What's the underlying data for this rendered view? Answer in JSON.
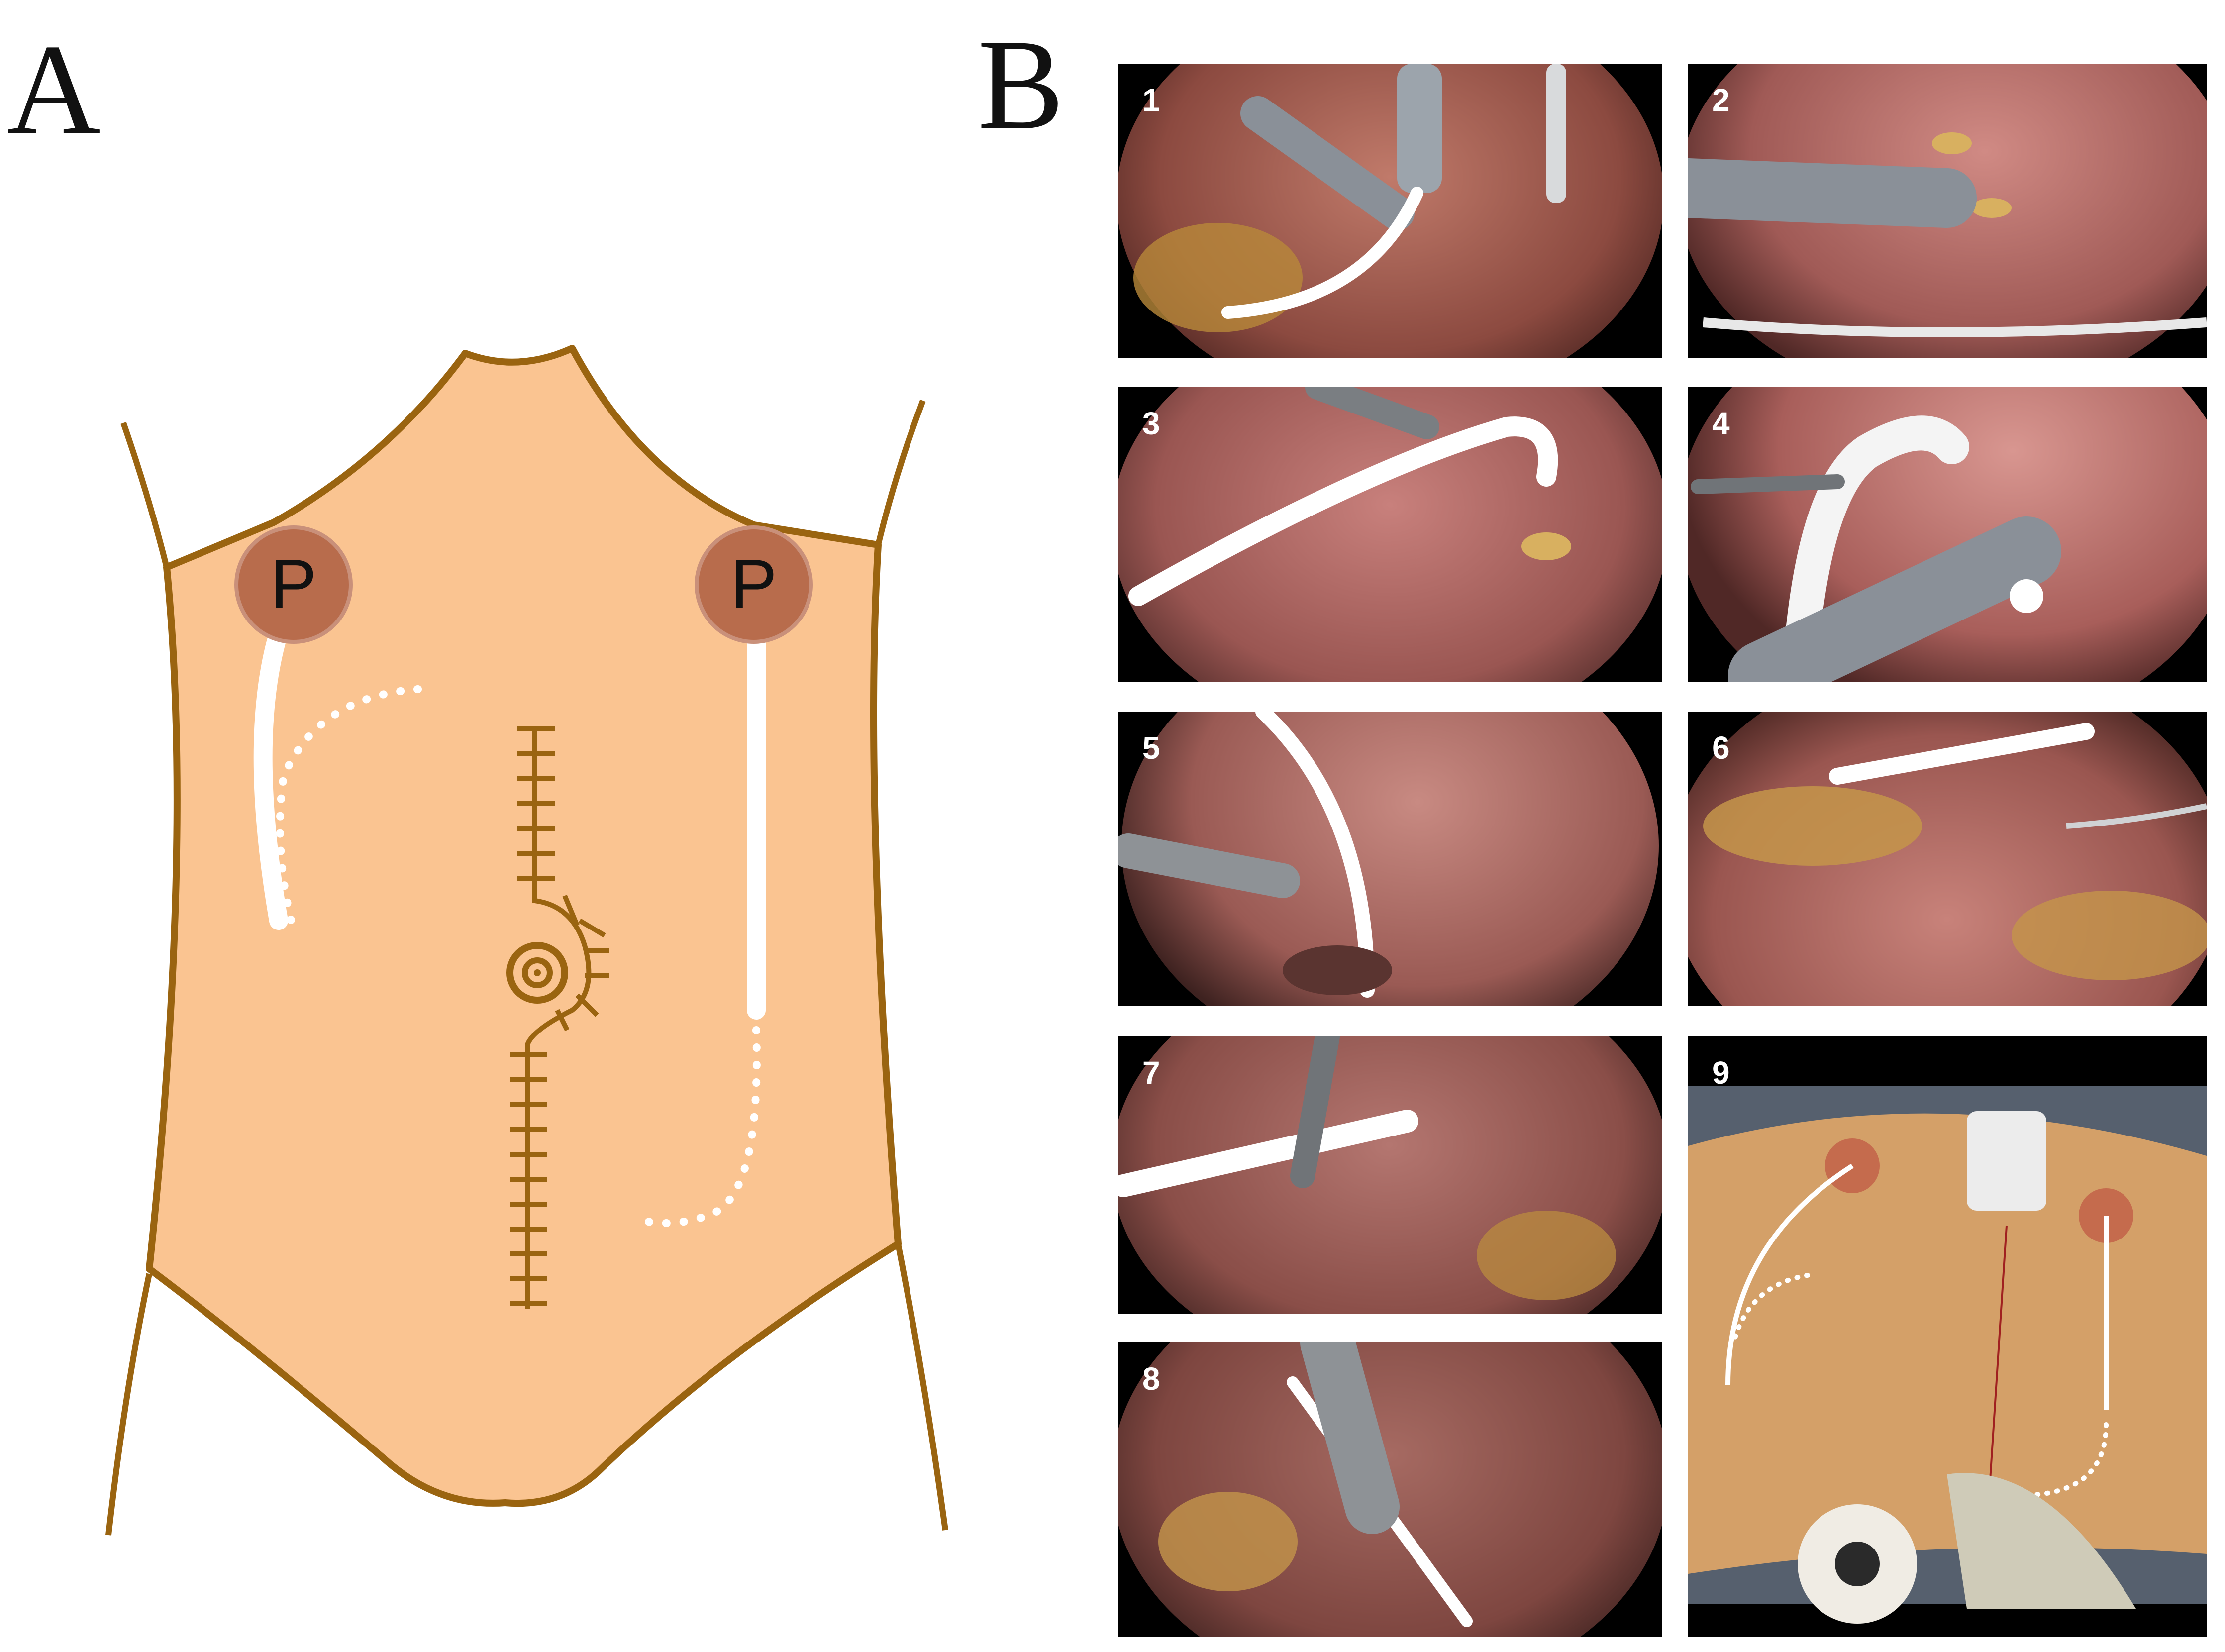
{
  "panel_a": {
    "letter": "A",
    "port_left_label": "P",
    "port_right_label": "P"
  },
  "panel_b": {
    "letter": "B",
    "photos": [
      {
        "number": "1"
      },
      {
        "number": "2"
      },
      {
        "number": "3"
      },
      {
        "number": "4"
      },
      {
        "number": "5"
      },
      {
        "number": "6"
      },
      {
        "number": "7"
      },
      {
        "number": "8"
      },
      {
        "number": "9"
      }
    ]
  },
  "colors": {
    "skin": "#FAC491",
    "outline": "#9A6410",
    "port": "#B86C4C",
    "tissue": "#B06060",
    "drain": "#FFFFFF"
  },
  "icons": [
    "laparoscopic-view-image",
    "surgical-field-photo"
  ]
}
